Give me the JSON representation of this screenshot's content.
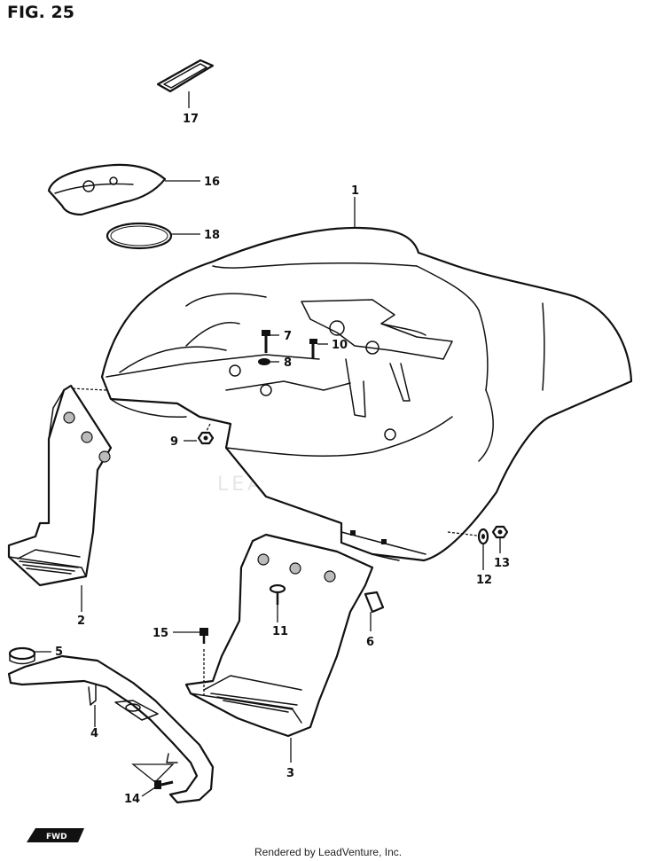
{
  "figure": {
    "title": "FIG. 25"
  },
  "watermark": "LEADVENTURE",
  "footer": {
    "credit": "Rendered by LeadVenture, Inc."
  },
  "fwd_mark": "FWD",
  "callouts": [
    "1",
    "2",
    "3",
    "4",
    "5",
    "6",
    "7",
    "8",
    "9",
    "10",
    "11",
    "12",
    "13",
    "14",
    "15",
    "16",
    "17",
    "18"
  ]
}
